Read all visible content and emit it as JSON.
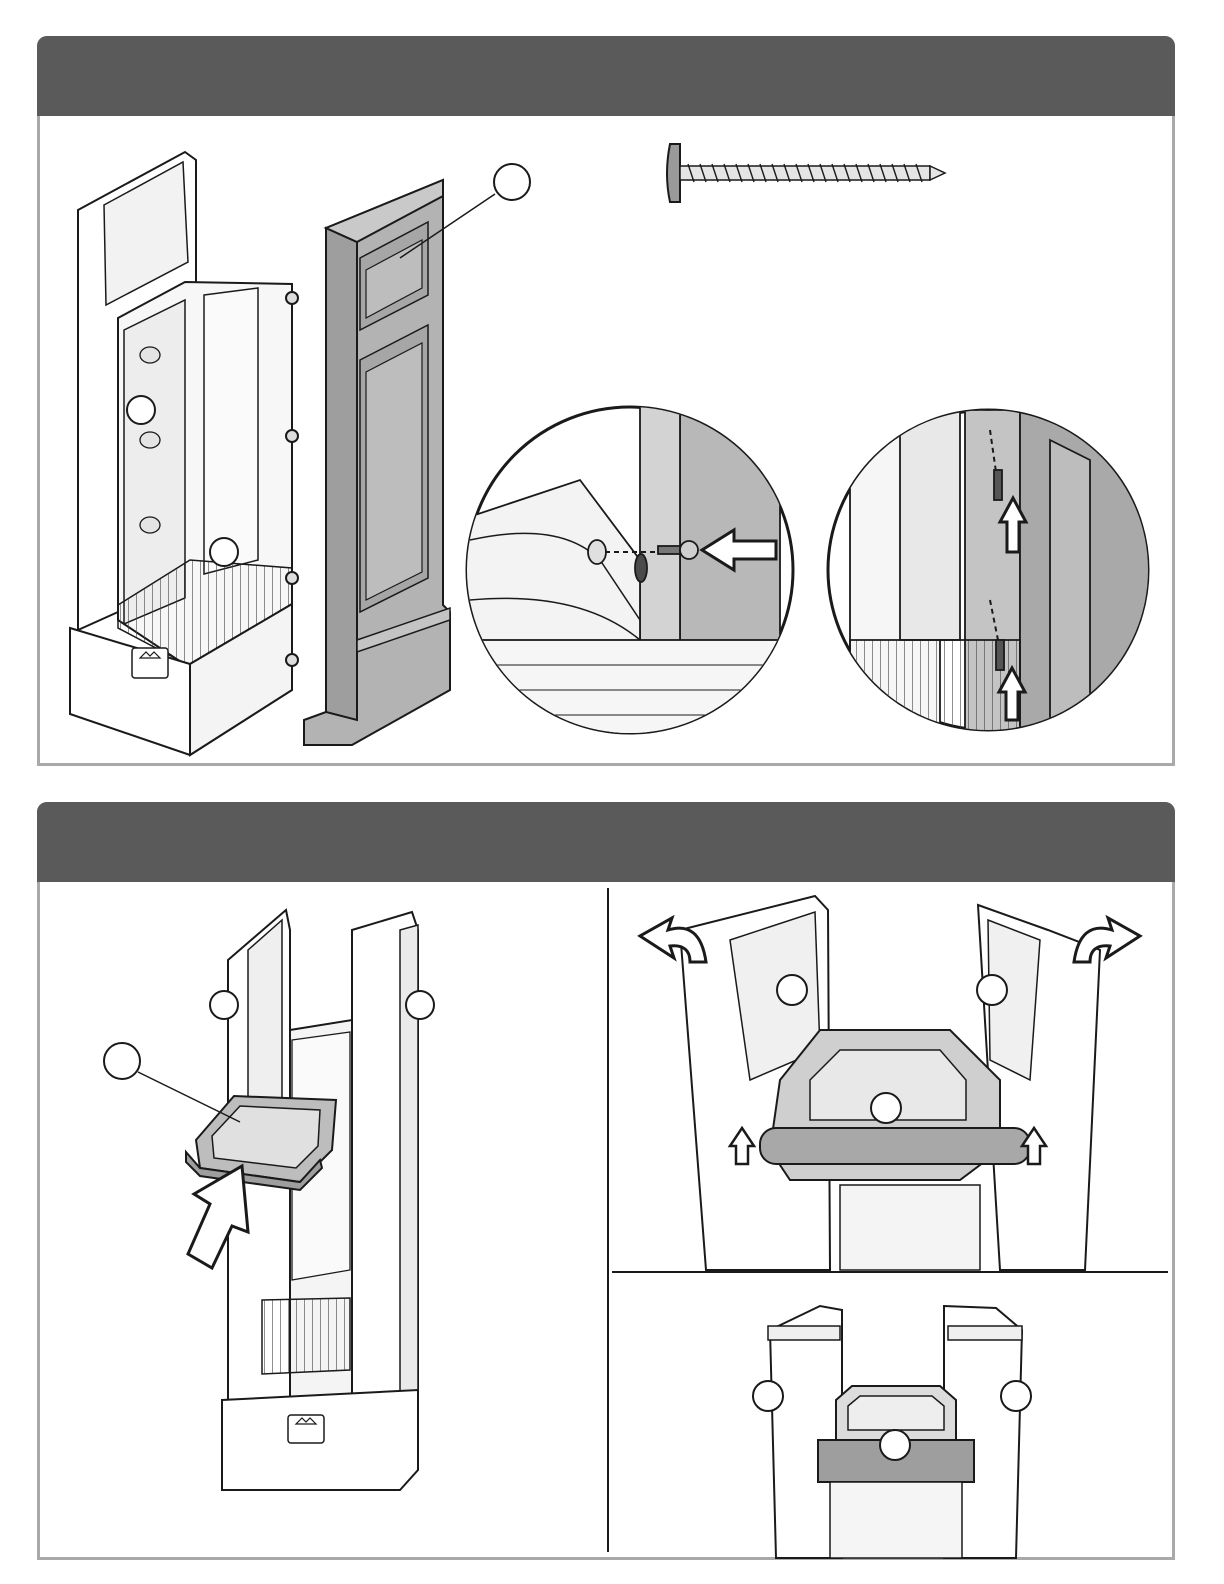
{
  "steps": [
    {
      "title": "",
      "callouts": [
        {
          "id": "part-panel",
          "label": ""
        },
        {
          "id": "part-back",
          "label": ""
        },
        {
          "id": "part-base",
          "label": ""
        }
      ],
      "hardware": {
        "icon": "screw-icon",
        "label": ""
      },
      "details": [
        {
          "name": "side-screw-detail",
          "arrow": "arrow-left-icon"
        },
        {
          "name": "inner-screw-detail",
          "arrow": "arrow-up-icon"
        }
      ]
    },
    {
      "title": "",
      "callouts": [
        {
          "id": "left-panel",
          "label": ""
        },
        {
          "id": "right-panel",
          "label": ""
        },
        {
          "id": "tray-part",
          "label": ""
        },
        {
          "id": "detail-left-panel",
          "label": ""
        },
        {
          "id": "detail-right-panel",
          "label": ""
        },
        {
          "id": "detail-tray",
          "label": ""
        },
        {
          "id": "final-left",
          "label": ""
        },
        {
          "id": "final-right",
          "label": ""
        },
        {
          "id": "final-tray",
          "label": ""
        }
      ]
    }
  ],
  "brand_badge": {
    "icon": "crown-logo-icon"
  },
  "colors": {
    "header": "#5a5a5a",
    "border": "#a9a9a9",
    "line": "#1a1a1a",
    "panel_grey": "#b3b3b3",
    "light_grey": "#f2f2f2"
  }
}
